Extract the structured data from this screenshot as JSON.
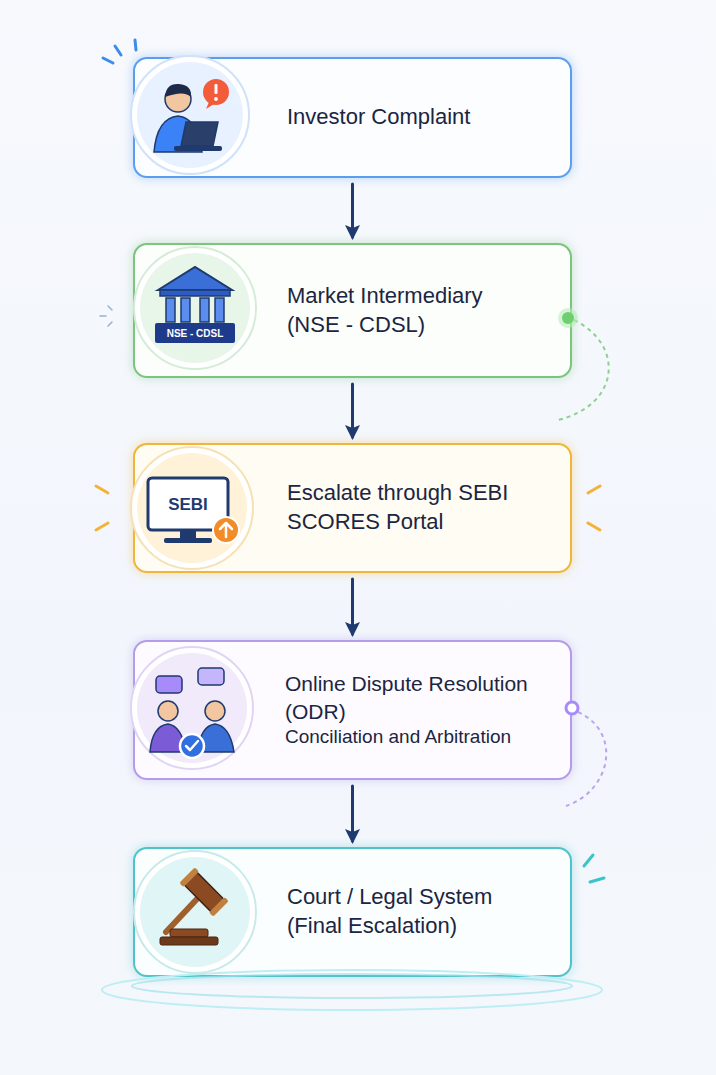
{
  "diagram": {
    "nodes": [
      {
        "text": [
          "Investor Complaint"
        ]
      },
      {
        "text": [
          "Market Intermediary (NSE - CDSL)"
        ]
      },
      {
        "text": [
          "Escalate through SEBI SCORES Portal"
        ]
      },
      {
        "text": [
          "Online Dispute Resolution (ODR)",
          "Conciliation and Arbitration"
        ]
      },
      {
        "text": [
          "Court / Legal System (Final Escalation)"
        ]
      }
    ],
    "edges": [
      {
        "from": 0,
        "to": 1,
        "arrow": "to"
      },
      {
        "from": 1,
        "to": 2,
        "arrow": "to"
      },
      {
        "from": 2,
        "to": 3,
        "arrow": "to"
      },
      {
        "from": 3,
        "to": 4,
        "arrow": "to"
      }
    ],
    "labels": [
      "NSE - CDSL",
      "SEBI"
    ]
  }
}
